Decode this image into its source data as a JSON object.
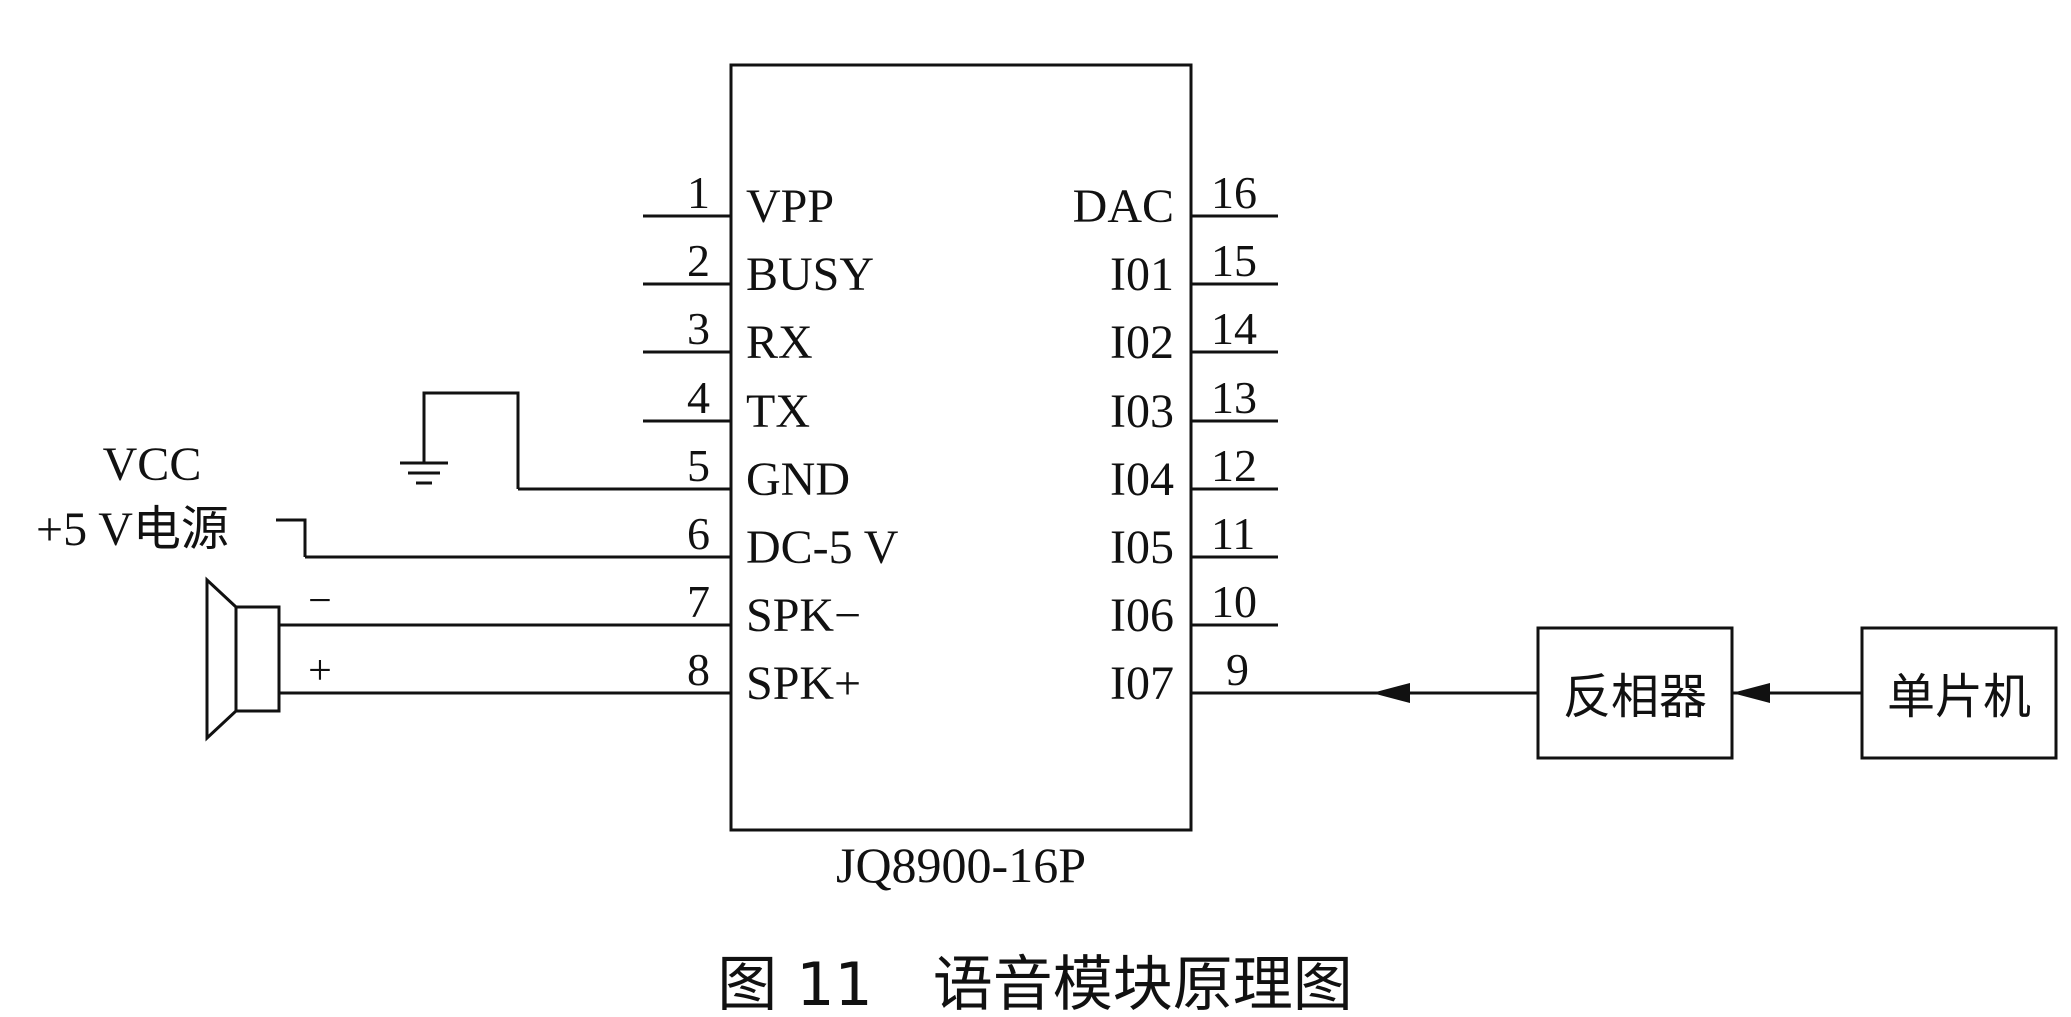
{
  "chip": {
    "part_number": "JQ8900-16P",
    "left_pins": [
      {
        "number": "1",
        "label": "VPP"
      },
      {
        "number": "2",
        "label": "BUSY"
      },
      {
        "number": "3",
        "label": "RX"
      },
      {
        "number": "4",
        "label": "TX"
      },
      {
        "number": "5",
        "label": "GND"
      },
      {
        "number": "6",
        "label": "DC-5 V"
      },
      {
        "number": "7",
        "label": "SPK−"
      },
      {
        "number": "8",
        "label": "SPK+"
      }
    ],
    "right_pins": [
      {
        "number": "16",
        "label": "DAC"
      },
      {
        "number": "15",
        "label": "I01"
      },
      {
        "number": "14",
        "label": "I02"
      },
      {
        "number": "13",
        "label": "I03"
      },
      {
        "number": "12",
        "label": "I04"
      },
      {
        "number": "11",
        "label": "I05"
      },
      {
        "number": "10",
        "label": "I06"
      },
      {
        "number": "9",
        "label": "I07"
      }
    ]
  },
  "power": {
    "label_line1": "VCC",
    "label_line2": "+5 V电源"
  },
  "speaker": {
    "minus_label": "−",
    "plus_label": "+"
  },
  "blocks": {
    "inverter": "反相器",
    "mcu": "单片机"
  },
  "caption": "图 11　语音模块原理图"
}
